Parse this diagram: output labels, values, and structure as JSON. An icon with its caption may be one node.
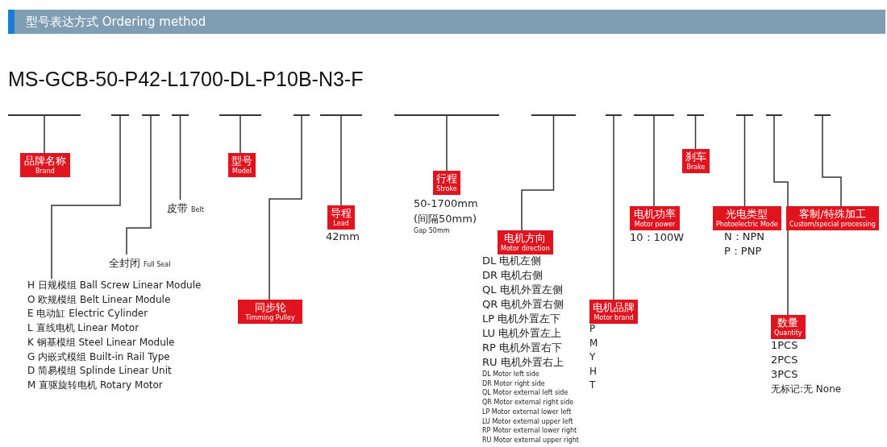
{
  "diagram": {
    "title": "型号表达方式 Ordering method",
    "nodes": [
      {
        "text": [],
        "shape": "bar"
      },
      {
        "text": [],
        "shape": "bar"
      },
      {
        "text": [],
        "shape": "bar"
      },
      {
        "text": [],
        "shape": "bar"
      },
      {
        "text": [],
        "shape": "bar"
      },
      {
        "text": [],
        "shape": "bar"
      },
      {
        "text": [],
        "shape": "bar"
      },
      {
        "text": [],
        "shape": "bar"
      },
      {
        "text": [],
        "shape": "bar"
      },
      {
        "text": [],
        "shape": "bar"
      },
      {
        "text": [],
        "shape": "bar"
      },
      {
        "text": [],
        "shape": "bar"
      },
      {
        "text": [],
        "shape": "bar"
      },
      {
        "text": [],
        "shape": "bar"
      },
      {
        "text": [],
        "shape": "bar"
      },
      {
        "text": [
          "品牌名称",
          "Brand"
        ]
      },
      {
        "text": [
          "H 日规模组 Ball Screw Linear Module",
          "O 欧规模组 Belt Linear Module",
          "E 电动缸 Electric Cylinder",
          "L 直线电机 Linear Motor",
          "K 钢基模组 Steel Linear Module",
          "G 内嵌式模组 Built-in Rail Type",
          "D 简易模组 Splinde Linear Unit",
          "M 直驱旋转电机 Rotary Motor"
        ]
      },
      {
        "text": [
          "全封闭",
          "Full Seal"
        ]
      },
      {
        "text": [
          "皮带",
          "Belt"
        ]
      },
      {
        "text": [
          "型号",
          "Model"
        ]
      },
      {
        "text": [
          "同步轮",
          "Timming Pulley"
        ]
      },
      {
        "text": [
          "导程",
          "Lead"
        ],
        "beside": [
          "42mm"
        ]
      },
      {
        "text": [
          "行程",
          "Stroke"
        ],
        "beside": [
          "50-1700mm",
          "(间隔50mm)",
          "Gap 50mm"
        ]
      },
      {
        "text": [
          "电机方向",
          "Motor direction"
        ],
        "beside": [
          "DL 电机左侧",
          "DR 电机右侧",
          "QL 电机外置左侧",
          "QR 电机外置右侧",
          "LP 电机外置左下",
          "LU 电机外置左上",
          "RP 电机外置右下",
          "RU 电机外置右上",
          "DL Motor left side",
          "DR Motor right side",
          "QL Motor external left side",
          "QR Motor external right side",
          "LP Motor external lower left",
          "LU Motor external upper left",
          "RP Motor external lower right",
          "RU Motor external upper right"
        ]
      },
      {
        "text": [
          "电机品牌",
          "Motor brand"
        ],
        "beside": [
          "P",
          "M",
          "Y",
          "H",
          "T"
        ]
      },
      {
        "text": [
          "电机功率",
          "Motor power"
        ],
        "beside": [
          "10：100W"
        ]
      },
      {
        "text": [
          "刹车",
          "Brake"
        ]
      },
      {
        "text": [
          "光电类型",
          "Photoelectric Mode"
        ],
        "beside": [
          "N：NPN",
          "P：PNP"
        ]
      },
      {
        "text": [
          "数量",
          "Quantity"
        ],
        "beside": [
          "1PCS",
          "2PCS",
          "3PCS",
          "无标记:无 None"
        ]
      },
      {
        "text": [
          "客制/特殊加工",
          "Custom/special processing"
        ]
      }
    ],
    "edges": [
      {
        "from": 0,
        "to": 15,
        "arrow": "none"
      },
      {
        "from": 1,
        "to": 16,
        "arrow": "none"
      },
      {
        "from": 2,
        "to": 17,
        "arrow": "none"
      },
      {
        "from": 3,
        "to": 18,
        "arrow": "none"
      },
      {
        "from": 4,
        "to": 19,
        "arrow": "none"
      },
      {
        "from": 5,
        "to": 20,
        "arrow": "none"
      },
      {
        "from": 6,
        "to": 21,
        "arrow": "none"
      },
      {
        "from": 7,
        "to": 22,
        "arrow": "none"
      },
      {
        "from": 8,
        "to": 23,
        "arrow": "none"
      },
      {
        "from": 9,
        "to": 24,
        "arrow": "none"
      },
      {
        "from": 10,
        "to": 25,
        "arrow": "none"
      },
      {
        "from": 11,
        "to": 26,
        "arrow": "none"
      },
      {
        "from": 12,
        "to": 27,
        "arrow": "none"
      },
      {
        "from": 13,
        "to": 28,
        "arrow": "none"
      },
      {
        "from": 14,
        "to": 29,
        "arrow": "none"
      }
    ],
    "labels": [
      "MS-GCB-50-P42-L1700-DL-P10B-N3-F"
    ]
  }
}
